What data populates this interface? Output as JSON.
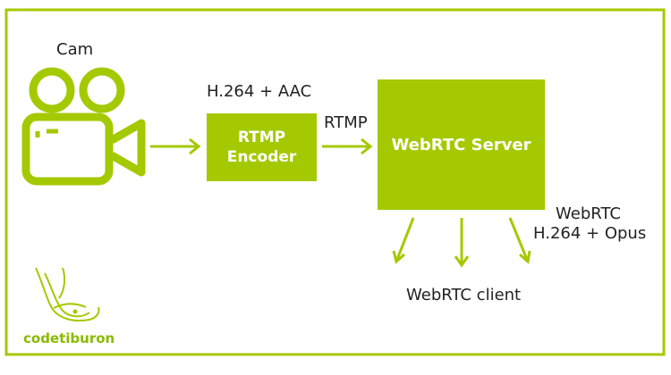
{
  "nodes": {
    "cam": {
      "label": "Cam"
    },
    "encoder": {
      "line1": "RTMP",
      "line2": "Encoder"
    },
    "server": {
      "label": "WebRTC Server"
    },
    "client": {
      "label": "WebRTC client"
    }
  },
  "edges": {
    "cam_to_encoder": {
      "label": "H.264 + AAC"
    },
    "encoder_to_server": {
      "label": "RTMP"
    },
    "server_to_client": {
      "line1": "WebRTC",
      "line2": "H.264 + Opus"
    }
  },
  "logo": {
    "text": "codetiburon"
  },
  "colors": {
    "accent": "#a4c900",
    "frame": "#a4c900",
    "text": "#222222"
  }
}
